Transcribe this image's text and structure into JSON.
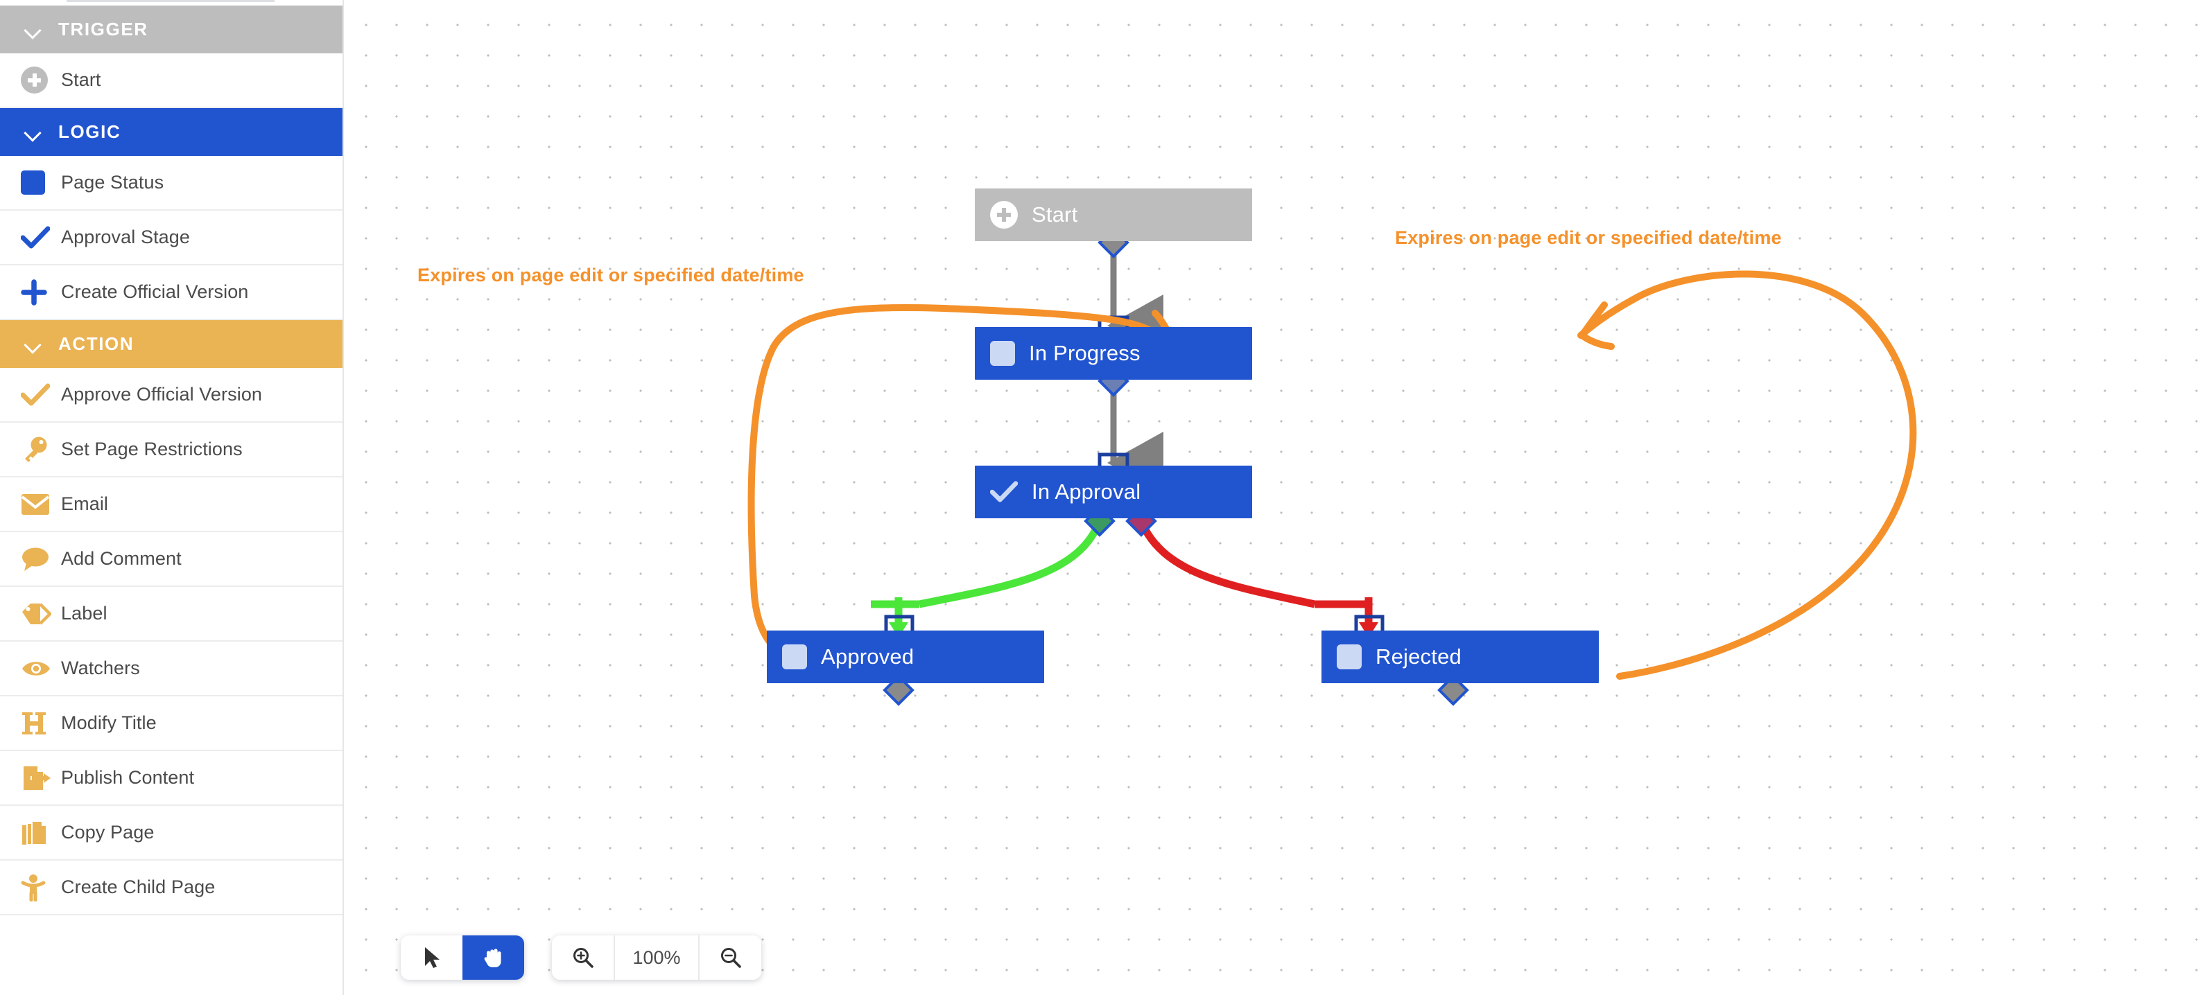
{
  "sidebar": {
    "sections": [
      {
        "id": "trigger",
        "title": "TRIGGER",
        "color": "#bdbdbd",
        "items": [
          {
            "label": "Start",
            "icon": "plus-circle-icon",
            "color": "#bdbdbd"
          }
        ]
      },
      {
        "id": "logic",
        "title": "LOGIC",
        "color": "#2154cf",
        "items": [
          {
            "label": "Page Status",
            "icon": "square-icon",
            "color": "#2154cf"
          },
          {
            "label": "Approval Stage",
            "icon": "check-icon",
            "color": "#2154cf"
          },
          {
            "label": "Create Official Version",
            "icon": "plus-icon",
            "color": "#2154cf"
          }
        ]
      },
      {
        "id": "action",
        "title": "ACTION",
        "color": "#eab354",
        "items": [
          {
            "label": "Approve Official Version",
            "icon": "check-icon",
            "color": "#eab354"
          },
          {
            "label": "Set Page Restrictions",
            "icon": "key-icon",
            "color": "#eab354"
          },
          {
            "label": "Email",
            "icon": "envelope-icon",
            "color": "#eab354"
          },
          {
            "label": "Add Comment",
            "icon": "comment-icon",
            "color": "#eab354"
          },
          {
            "label": "Label",
            "icon": "tag-icon",
            "color": "#eab354"
          },
          {
            "label": "Watchers",
            "icon": "eye-icon",
            "color": "#eab354"
          },
          {
            "label": "Modify Title",
            "icon": "heading-icon",
            "color": "#eab354"
          },
          {
            "label": "Publish Content",
            "icon": "publish-icon",
            "color": "#eab354"
          },
          {
            "label": "Copy Page",
            "icon": "copy-icon",
            "color": "#eab354"
          },
          {
            "label": "Create Child Page",
            "icon": "child-page-icon",
            "color": "#eab354"
          }
        ]
      }
    ]
  },
  "canvas": {
    "nodes": [
      {
        "id": "start",
        "label": "Start",
        "icon": "plus-circle-icon",
        "style": "grey"
      },
      {
        "id": "in-progress",
        "label": "In Progress",
        "icon": "square-icon",
        "style": "blue"
      },
      {
        "id": "in-approval",
        "label": "In Approval",
        "icon": "check-icon",
        "style": "blue"
      },
      {
        "id": "approved",
        "label": "Approved",
        "icon": "square-icon",
        "style": "blue"
      },
      {
        "id": "rejected",
        "label": "Rejected",
        "icon": "square-icon",
        "style": "blue"
      }
    ],
    "annotations": [
      {
        "id": "anno-left",
        "text": "Expires on page edit or specified date/time",
        "color": "#f5912a"
      },
      {
        "id": "anno-right",
        "text": "Expires on page edit or specified date/time",
        "color": "#f5912a"
      }
    ],
    "connector_colors": {
      "default": "#808080",
      "approved": "#4ae63a",
      "rejected": "#e02020",
      "annotation": "#f5912a"
    }
  },
  "toolbar": {
    "select_tool": "cursor-tool",
    "pan_tool": "hand-tool",
    "active_tool": "hand-tool",
    "zoom_in": "zoom-in",
    "zoom_out": "zoom-out",
    "zoom_level": "100%"
  }
}
